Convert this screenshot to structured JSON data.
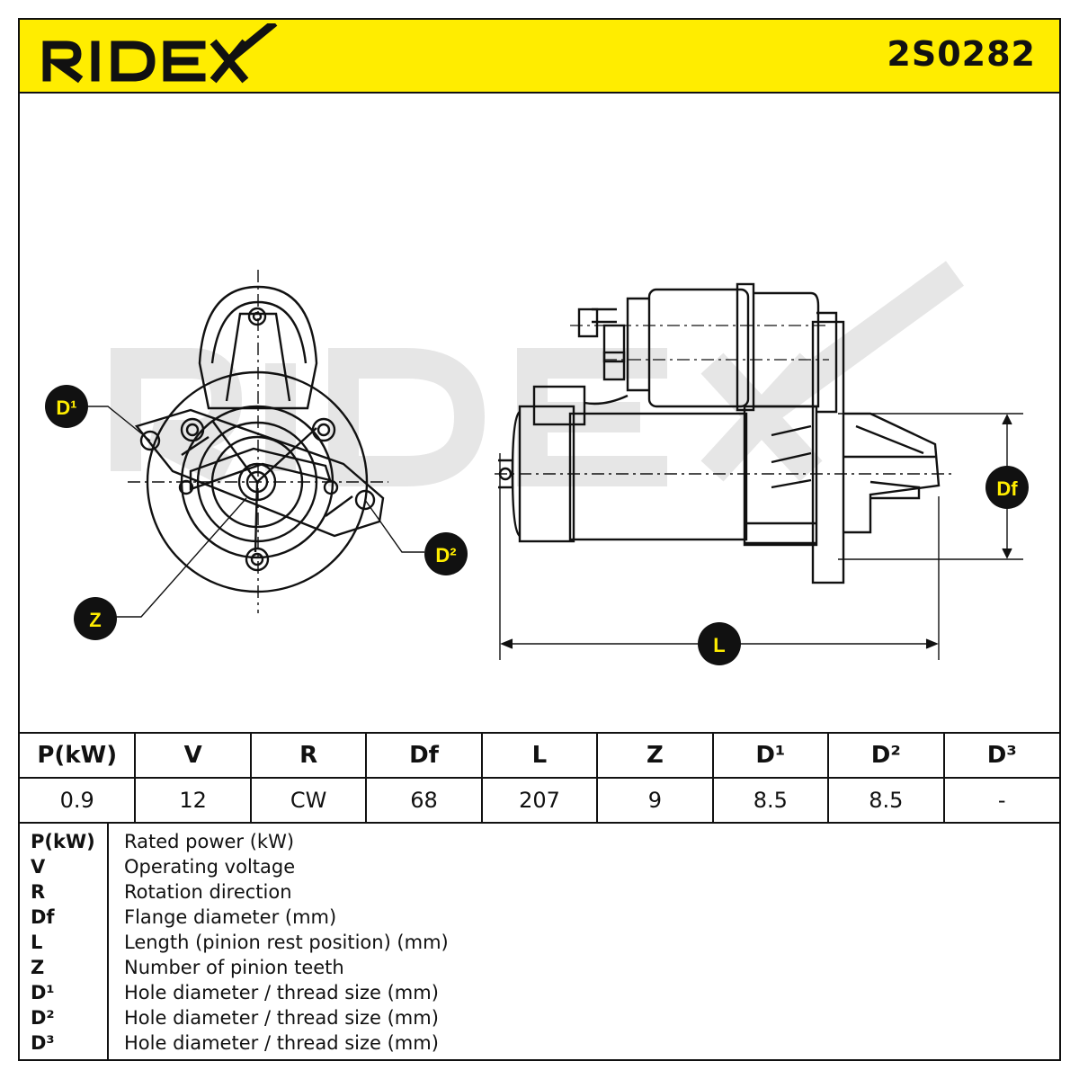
{
  "brand": "RIDEX",
  "part_number": "2S0282",
  "colors": {
    "accent": "#ffed00",
    "ink": "#111111",
    "watermark": "#e6e6e6"
  },
  "drawing": {
    "watermark": "RIDEX",
    "callouts": {
      "d1": "D¹",
      "d2": "D²",
      "z": "Z",
      "df": "Df",
      "l": "L"
    }
  },
  "spec_table": {
    "headers": [
      "P(kW)",
      "V",
      "R",
      "Df",
      "L",
      "Z",
      "D¹",
      "D²",
      "D³"
    ],
    "values": [
      "0.9",
      "12",
      "CW",
      "68",
      "207",
      "9",
      "8.5",
      "8.5",
      "-"
    ]
  },
  "legend": [
    {
      "key": "P(kW)",
      "desc": "Rated power (kW)"
    },
    {
      "key": "V",
      "desc": "Operating voltage"
    },
    {
      "key": "R",
      "desc": "Rotation direction"
    },
    {
      "key": "Df",
      "desc": "Flange diameter (mm)"
    },
    {
      "key": "L",
      "desc": "Length (pinion rest position) (mm)"
    },
    {
      "key": "Z",
      "desc": "Number of pinion teeth"
    },
    {
      "key": "D¹",
      "desc": "Hole diameter / thread size (mm)"
    },
    {
      "key": "D²",
      "desc": "Hole diameter / thread size (mm)"
    },
    {
      "key": "D³",
      "desc": "Hole diameter / thread size (mm)"
    }
  ]
}
